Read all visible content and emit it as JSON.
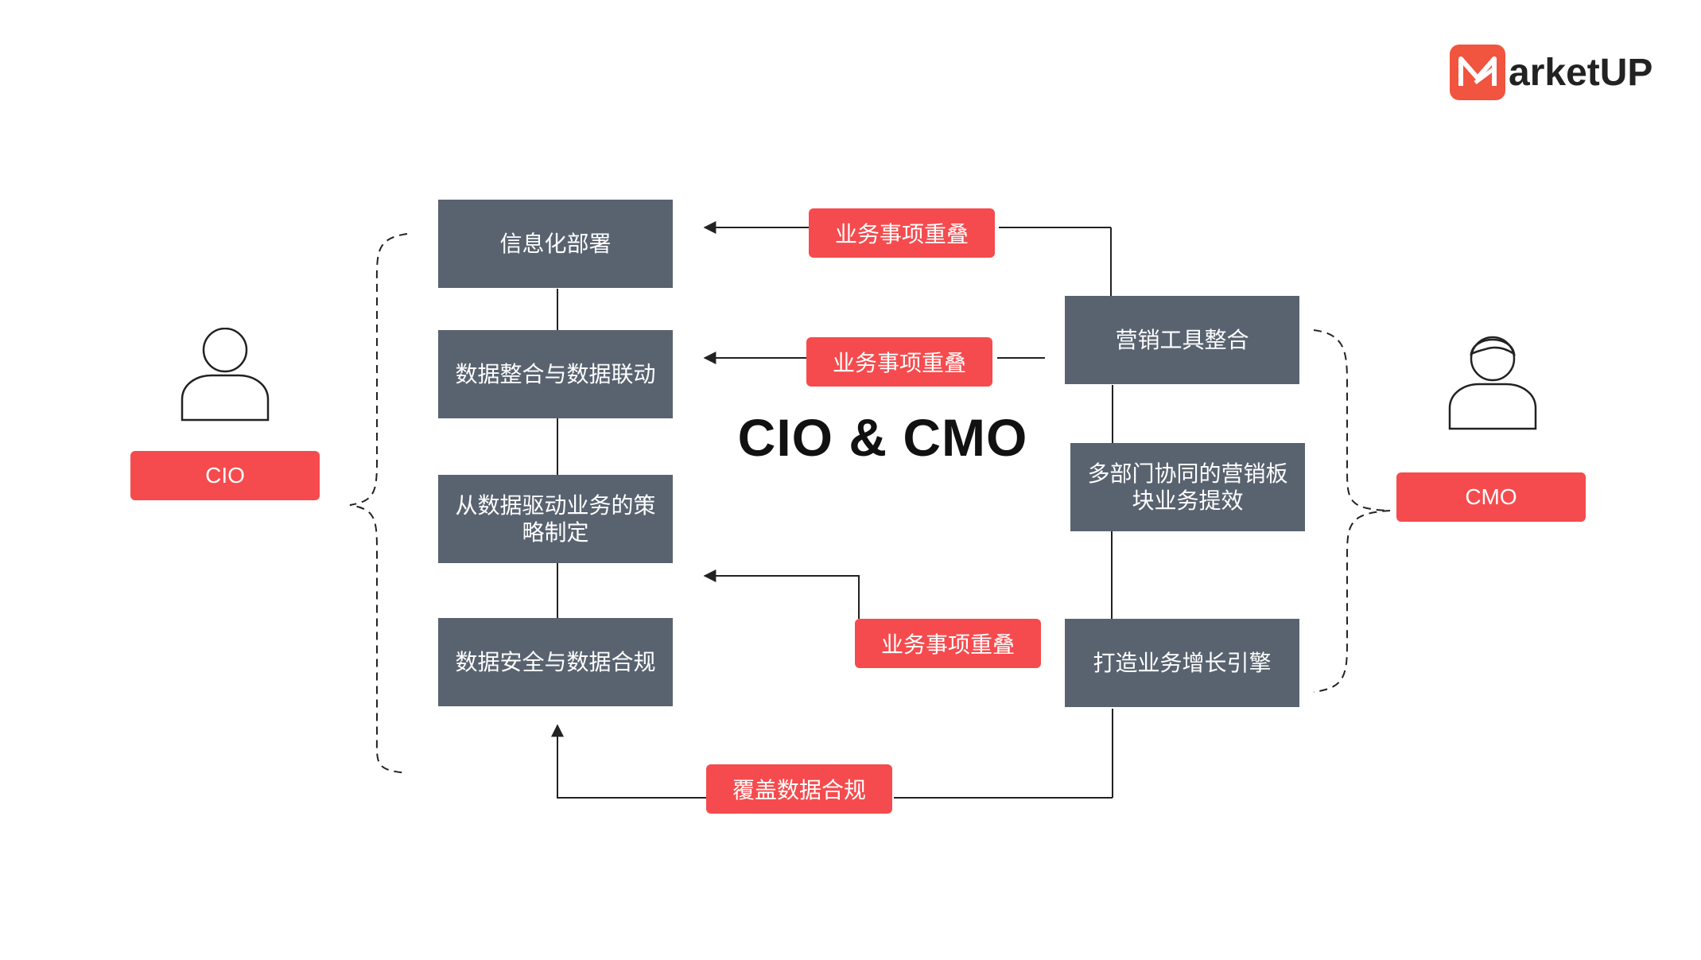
{
  "logo": {
    "text": "arketUP",
    "accent": "#f1543f"
  },
  "title": "CIO & CMO",
  "roles": {
    "cio": "CIO",
    "cmo": "CMO"
  },
  "cio_boxes": [
    "信息化部署",
    "数据整合与数据联动",
    "从数据驱动业务的策略制定",
    "数据安全与数据合规"
  ],
  "cmo_boxes": [
    "营销工具整合",
    "多部门协同的营销板块业务提效",
    "打造业务增长引擎"
  ],
  "tags": [
    "业务事项重叠",
    "业务事项重叠",
    "业务事项重叠",
    "覆盖数据合规"
  ],
  "colors": {
    "box": "#596370",
    "tag": "#f54b4e",
    "line": "#222222"
  }
}
